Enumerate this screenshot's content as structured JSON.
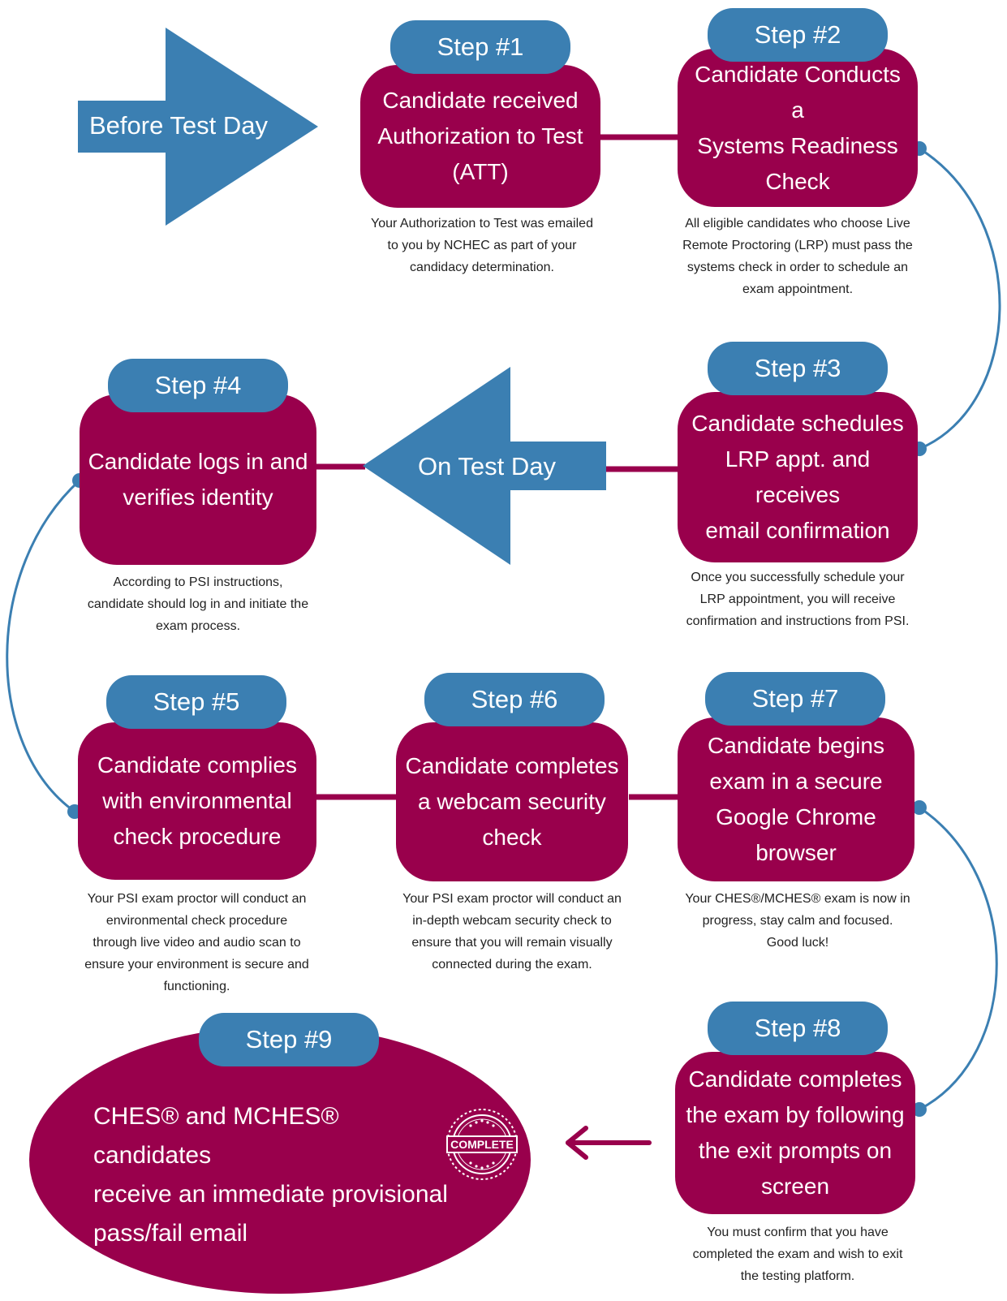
{
  "arrows": {
    "before_test_day": "Before Test Day",
    "on_test_day": "On Test Day"
  },
  "steps": [
    {
      "label": "Step #1",
      "title": [
        "Candidate received",
        "Authorization to Test",
        "(ATT)"
      ],
      "description": [
        "Your Authorization to Test was emailed",
        "to you by NCHEC as part of your",
        "candidacy determination."
      ]
    },
    {
      "label": "Step #2",
      "title": [
        "Candidate Conducts a",
        "Systems Readiness",
        "Check"
      ],
      "description": [
        "All eligible candidates who choose Live",
        "Remote Proctoring (LRP) must pass the",
        "systems check in order to schedule an",
        "exam appointment."
      ]
    },
    {
      "label": "Step #3",
      "title": [
        "Candidate schedules",
        "LRP appt. and receives",
        "email confirmation"
      ],
      "description": [
        "Once you successfully schedule your",
        "LRP appointment, you will receive",
        "confirmation and instructions from PSI."
      ]
    },
    {
      "label": "Step #4",
      "title": [
        "Candidate logs in and",
        "verifies identity"
      ],
      "description": [
        "According to PSI instructions,",
        "candidate should log in and initiate the",
        "exam process."
      ]
    },
    {
      "label": "Step #5",
      "title": [
        "Candidate complies",
        "with environmental",
        "check procedure"
      ],
      "description": [
        "Your PSI exam proctor will conduct an",
        "environmental check procedure",
        "through live video and audio scan to",
        "ensure your environment is secure and",
        "functioning."
      ]
    },
    {
      "label": "Step #6",
      "title": [
        "Candidate completes",
        "a webcam security",
        "check"
      ],
      "description": [
        "Your PSI exam proctor will conduct an",
        "in-depth webcam security check to",
        "ensure that you will remain visually",
        "connected during the exam."
      ]
    },
    {
      "label": "Step #7",
      "title": [
        "Candidate begins",
        "exam in a secure",
        "Google Chrome",
        "browser"
      ],
      "description": [
        "Your CHES®/MCHES® exam is now in",
        "progress, stay calm and focused.",
        "Good luck!"
      ]
    },
    {
      "label": "Step #8",
      "title": [
        "Candidate completes",
        "the exam by following",
        "the exit prompts on",
        "screen"
      ],
      "description": [
        "You must confirm that you have",
        "completed the exam and wish to exit",
        "the testing platform."
      ]
    },
    {
      "label": "Step #9",
      "title": [
        "CHES® and MCHES® candidates",
        "receive an immediate provisional",
        "pass/fail email"
      ],
      "description": []
    }
  ],
  "seal_text": "COMPLETE",
  "colors": {
    "box": "#99004c",
    "pill": "#3b7fb2",
    "arrow": "#3b7fb2",
    "text": "#222222"
  }
}
